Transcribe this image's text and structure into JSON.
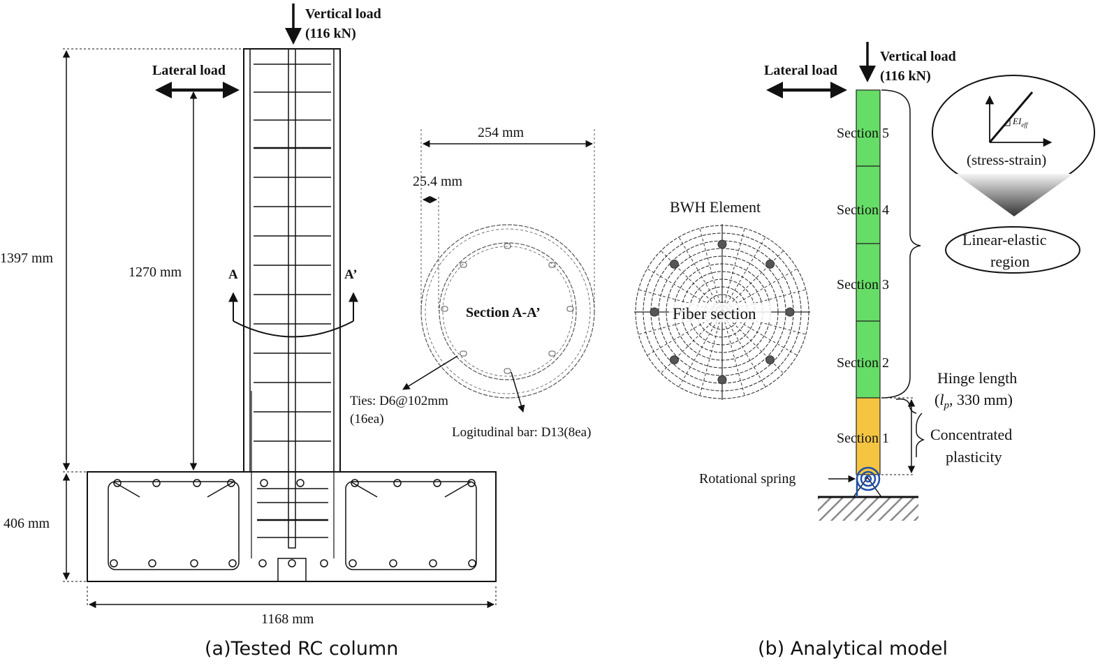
{
  "left": {
    "vertical_load_line1": "Vertical load",
    "vertical_load_line2": "(116 kN)",
    "lateral_load": "Lateral load",
    "dim_total_height": "1397 mm",
    "dim_load_height": "1270 mm",
    "dim_footing_height": "406 mm",
    "dim_footing_width": "1168 mm",
    "section_mark_a": "A",
    "section_mark_a_prime": "A’",
    "caption": "(a)Tested RC column"
  },
  "section": {
    "dim_diameter": "254 mm",
    "dim_cover": "25.4 mm",
    "title": "Section A-A’",
    "ties_line1": "Ties: D6@102mm",
    "ties_line2": "(16ea)",
    "longitudinal": "Logitudinal bar: D13(8ea)"
  },
  "fiber": {
    "element_title": "BWH Element",
    "fiber_label": "Fiber section"
  },
  "right": {
    "lateral_load": "Lateral load",
    "vertical_load_line1": "Vertical load",
    "vertical_load_line2": "(116 kN)",
    "sections": [
      "Section 5",
      "Section 4",
      "Section 3",
      "Section 2",
      "Section 1"
    ],
    "stress_strain": "(stress-strain)",
    "stiffness_label": "EI",
    "stiffness_sub": "eff",
    "linear_line1": "Linear-elastic",
    "linear_line2": "region",
    "hinge_line1": "Hinge length",
    "hinge_lp": "l",
    "hinge_lp_sub": "p",
    "hinge_line2_rest": ", 330 mm)",
    "plasticity_line1": "Concentrated",
    "plasticity_line2": "plasticity",
    "rotational_spring": "Rotational spring",
    "caption": "(b) Analytical model",
    "colors": {
      "elastic": "#66dd66",
      "hinge": "#f5c542",
      "spring": "#1f4fa8"
    }
  }
}
